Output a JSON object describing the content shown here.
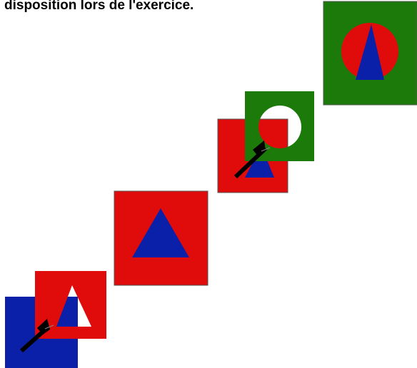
{
  "caption": {
    "line1": "",
    "line2": "disposition lors de l'exercice."
  },
  "colors": {
    "green": "#1c7a0a",
    "red": "#e00b0b",
    "blue": "#0b20a8",
    "white": "#ffffff",
    "pointer": "#000000"
  },
  "icons": {
    "target_piece": "red-circle-blue-triangle-on-green",
    "pointer": "black-arrow-cursor"
  }
}
